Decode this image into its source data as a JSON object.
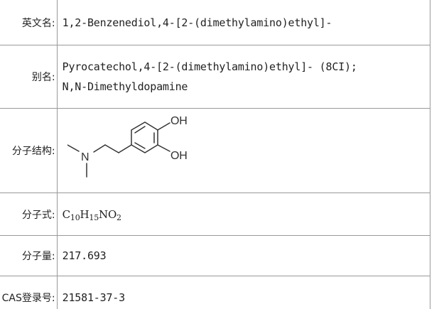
{
  "rows": {
    "english_name": {
      "label": "英文名:",
      "value": "1,2-Benzenediol,4-[2-(dimethylamino)ethyl]-"
    },
    "synonyms": {
      "label": "别名:",
      "lines": [
        "Pyrocatechol,4-[2-(dimethylamino)ethyl]- (8CI);",
        "N,N-Dimethyldopamine"
      ]
    },
    "structure": {
      "label": "分子结构:",
      "atoms": {
        "oh_top": "OH",
        "oh_bottom": "OH",
        "nitrogen": "N"
      }
    },
    "formula": {
      "label": "分子式:",
      "parts": [
        "C",
        "10",
        "H",
        "15",
        "NO",
        "2"
      ]
    },
    "weight": {
      "label": "分子量:",
      "value": "217.693"
    },
    "cas": {
      "label": "CAS登录号:",
      "value": "21581-37-3"
    }
  }
}
